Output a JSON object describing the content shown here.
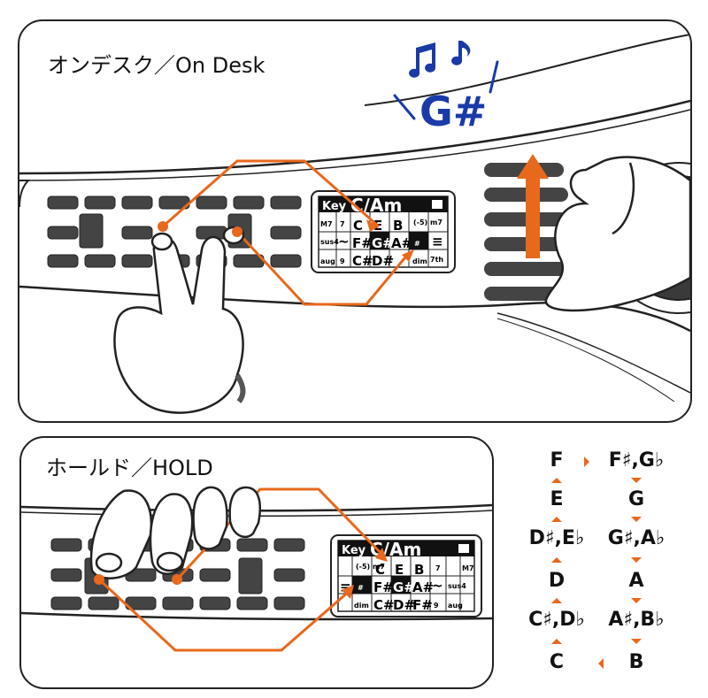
{
  "panels": {
    "desk": {
      "title": "オンデスク／On Desk",
      "played_note": "G#"
    },
    "hold": {
      "title": "ホールド／HOLD"
    }
  },
  "lcd": {
    "key_label": "Key",
    "key_value": "C/Am",
    "row1": [
      "M7",
      "7",
      "C",
      "E",
      "B",
      "(-5) m7"
    ],
    "row2": [
      "sus4",
      "~",
      "F#",
      "G#",
      "A#",
      "#",
      "≡"
    ],
    "row3": [
      "aug",
      "9",
      "C#",
      "D#",
      "F#",
      "dim",
      "7th"
    ]
  },
  "order": {
    "left": [
      "F",
      "E",
      "D♯,E♭",
      "D",
      "C♯,D♭",
      "C"
    ],
    "right": [
      "F♯,G♭",
      "G",
      "G♯,A♭",
      "A",
      "A♯,B♭",
      "B"
    ]
  },
  "colors": {
    "accent": "#e8681c",
    "note_blue": "#1a3aa8",
    "outline": "#222222"
  }
}
